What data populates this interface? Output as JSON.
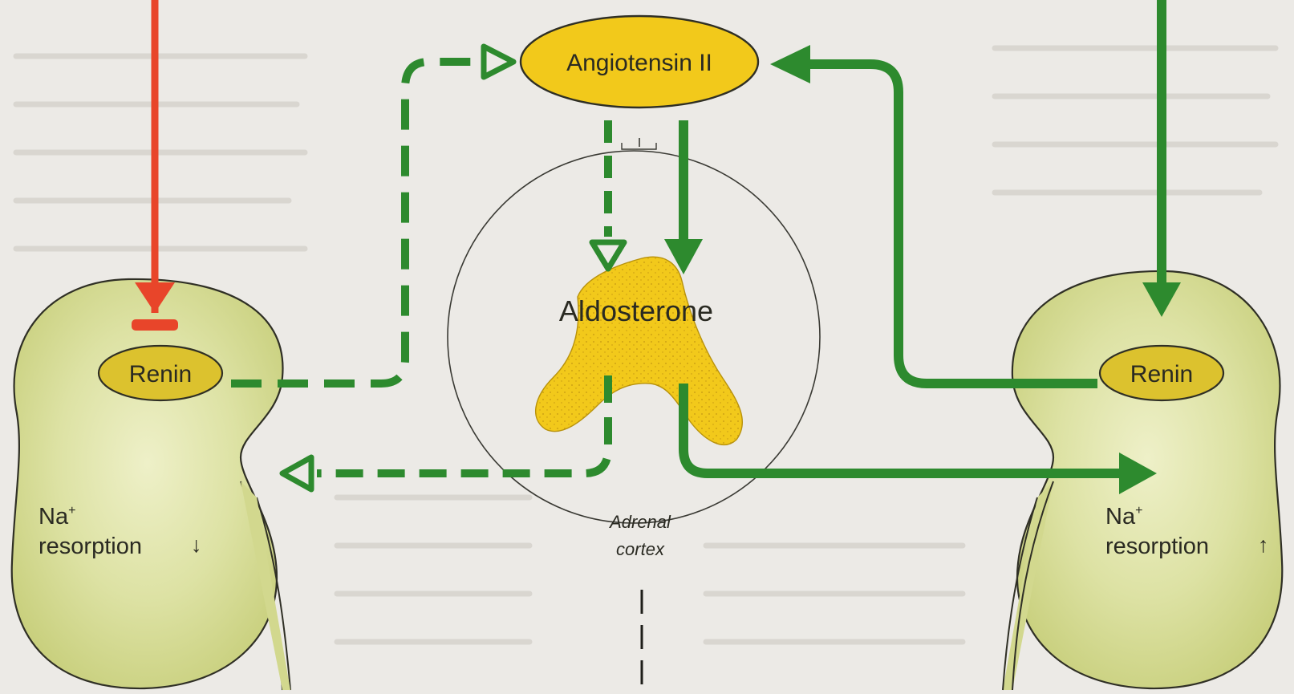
{
  "diagram": {
    "angiotensin_label": "Angiotensin II",
    "aldosterone_label": "Aldosterone",
    "adrenal_label_line1": "Adrenal",
    "adrenal_label_line2": "cortex",
    "left_kidney": {
      "renin_label": "Renin",
      "na_label": "Na",
      "na_superscript": "+",
      "resorption_label": "resorption",
      "resorption_arrow": "↓"
    },
    "right_kidney": {
      "renin_label": "Renin",
      "na_label": "Na",
      "na_superscript": "+",
      "resorption_label": "resorption",
      "resorption_arrow": "↑"
    },
    "colors": {
      "background": "#eceae6",
      "kidney_fill": "#d7dc96",
      "hormone_yellow": "#f2c91b",
      "green_arrow": "#2d8a2e",
      "red_arrow": "#e8452a",
      "outline": "#2f2f25"
    }
  }
}
